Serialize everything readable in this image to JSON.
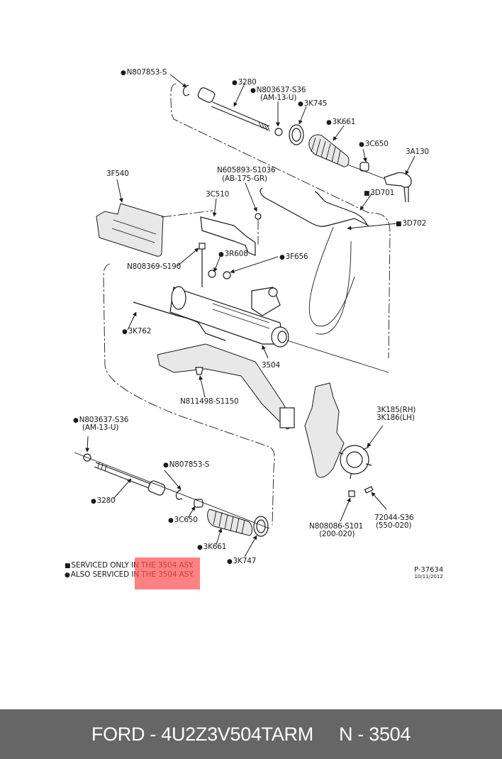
{
  "diagram": {
    "labels": {
      "n807853_top": {
        "text": "N807853-S",
        "marker": "dot"
      },
      "p3280_top": {
        "text": "3280",
        "marker": "dot"
      },
      "n803637_top": {
        "text": "N803637-S36",
        "marker": "dot"
      },
      "n803637_top_sub": {
        "text": "(AM-13-U)"
      },
      "p3k745": {
        "text": "3K745",
        "marker": "dot"
      },
      "p3k661_top": {
        "text": "3K661",
        "marker": "dot"
      },
      "p3c650_top": {
        "text": "3C650",
        "marker": "dot"
      },
      "p3a130": {
        "text": "3A130"
      },
      "p3f540": {
        "text": "3F540"
      },
      "n605893": {
        "text": "N605893-S1036"
      },
      "n605893_sub": {
        "text": "(AB-175-GR)"
      },
      "p3c510": {
        "text": "3C510"
      },
      "p3d701": {
        "text": "3D701",
        "marker": "square"
      },
      "p3d702": {
        "text": "3D702",
        "marker": "square"
      },
      "n808369": {
        "text": "N808369-S190"
      },
      "p3r608": {
        "text": "3R608",
        "marker": "dot"
      },
      "p3f656": {
        "text": "3F656",
        "marker": "dot"
      },
      "p3k762": {
        "text": "3K762",
        "marker": "dot"
      },
      "p3504": {
        "text": "3504"
      },
      "n811498": {
        "text": "N811498-S1150"
      },
      "p3k185": {
        "text": "3K185(RH)"
      },
      "p3k186": {
        "text": "3K186(LH)"
      },
      "n803637_bot": {
        "text": "N803637-S36",
        "marker": "dot"
      },
      "n803637_bot_sub": {
        "text": "(AM-13-U)"
      },
      "n807853_bot": {
        "text": "N807853-S",
        "marker": "dot"
      },
      "p3280_bot": {
        "text": "3280",
        "marker": "dot"
      },
      "p3c650_bot": {
        "text": "3C650",
        "marker": "dot"
      },
      "p3k661_bot": {
        "text": "3K661",
        "marker": "dot"
      },
      "p3k747": {
        "text": "3K747",
        "marker": "dot"
      },
      "n808086": {
        "text": "N808086-S101"
      },
      "n808086_sub": {
        "text": "(200-020)"
      },
      "p72044": {
        "text": "72044-S36"
      },
      "p72044_sub": {
        "text": "(550-020)"
      }
    },
    "legend": {
      "serviced_only": "SERVICED ONLY IN THE 3504 ASY.",
      "also_serviced": "ALSO SERVICED IN THE 3504 ASY."
    },
    "reference": {
      "number": "P-37634",
      "date": "10/11/2012"
    }
  },
  "footer": {
    "part_text": "FORD - 4U2Z3V504TARM",
    "ref_text": "N - 3504"
  }
}
